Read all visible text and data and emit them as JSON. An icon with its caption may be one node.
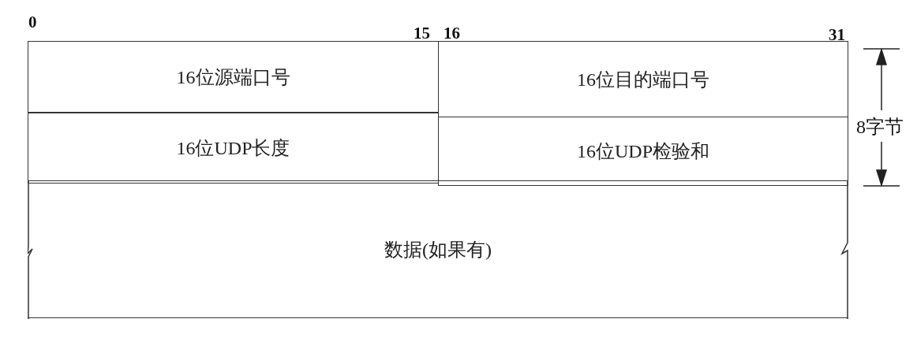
{
  "diagram": {
    "nodes": [
      {
        "text": [
          "16位源端口号"
        ]
      },
      {
        "text": [
          "16位目的端口号"
        ]
      },
      {
        "text": [
          "16位UDP长度"
        ]
      },
      {
        "text": [
          "16位UDP检验和"
        ]
      },
      {
        "text": [
          "数据(如果有)"
        ]
      }
    ],
    "edges": [],
    "labels": [
      "0",
      "15",
      "16",
      "31",
      "8字节"
    ]
  }
}
